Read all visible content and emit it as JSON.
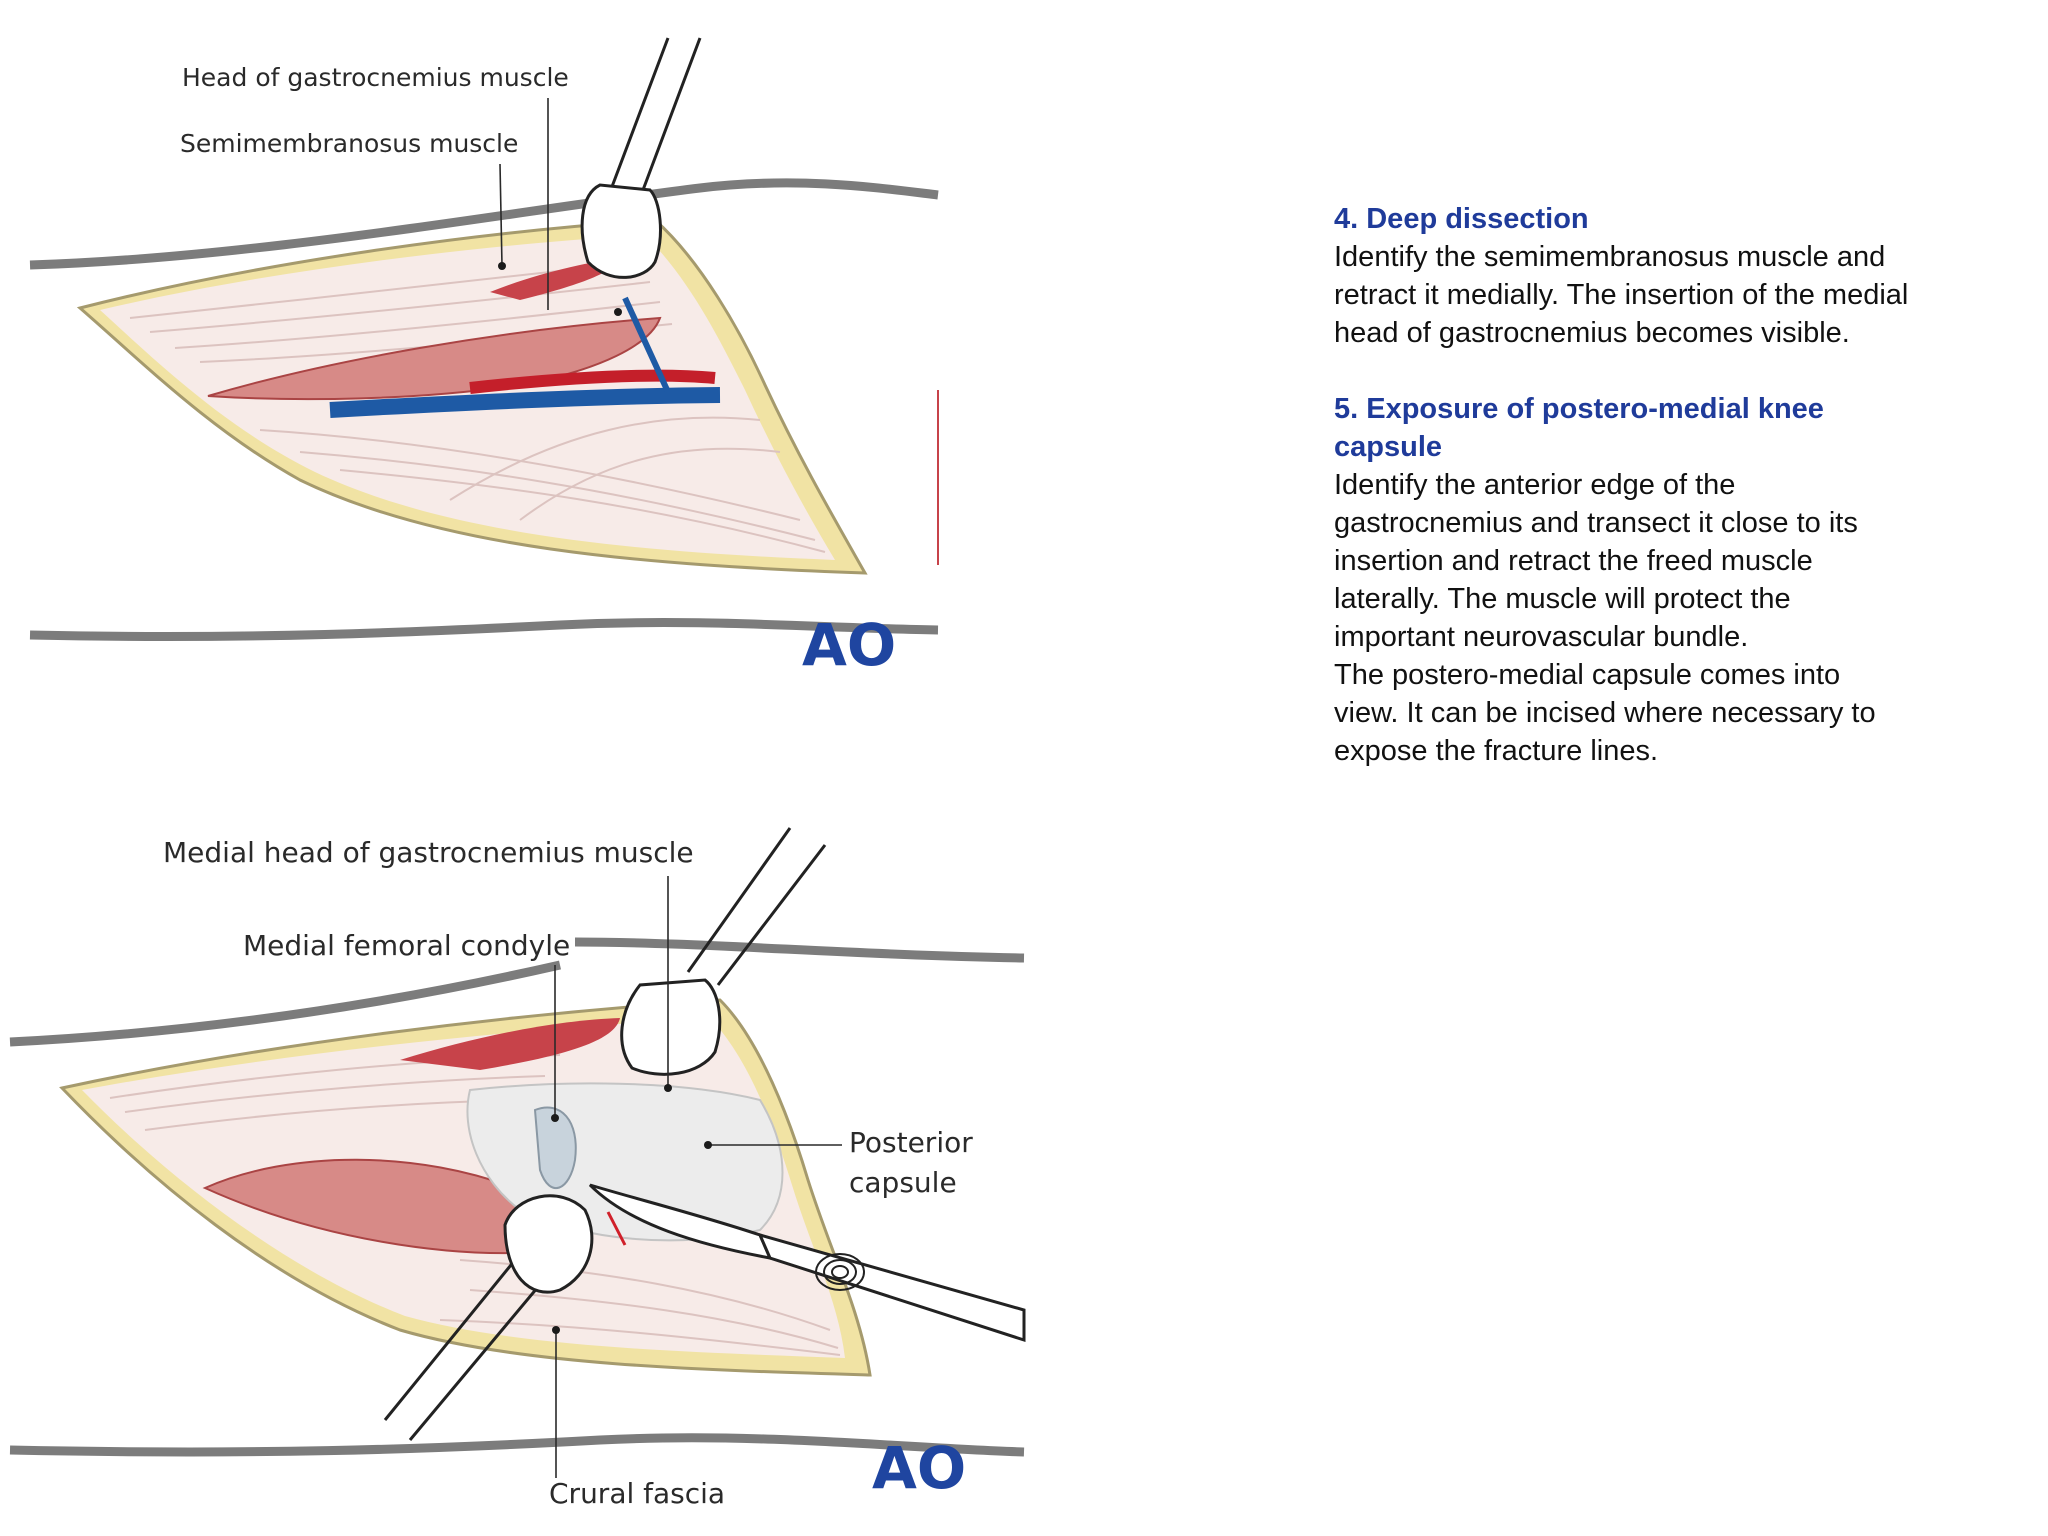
{
  "figures": [
    {
      "labels": {
        "head_gastrocnemius": "Head of gastrocnemius muscle",
        "semimembranosus": "Semimembranosus muscle"
      },
      "logo": "AO"
    },
    {
      "labels": {
        "medial_head_gastrocnemius": "Medial head of gastrocnemius muscle",
        "medial_femoral_condyle": "Medial femoral condyle",
        "posterior_capsule_line1": "Posterior",
        "posterior_capsule_line2": "capsule",
        "crural_fascia": "Crural fascia"
      },
      "logo": "AO"
    }
  ],
  "sections": [
    {
      "title": "4. Deep dissection",
      "body": "Identify the semimembranosus muscle and\nretract it medially. The insertion of the medial\nhead of gastrocnemius becomes visible."
    },
    {
      "title": "5. Exposure of postero-medial knee\ncapsule",
      "body": "Identify the anterior edge of the\ngastrocnemius and transect it close to its\ninsertion and retract the freed muscle\nlaterally. The muscle will protect the\nimportant neurovascular bundle.\nThe postero-medial capsule comes into\nview. It can be incised where necessary to\nexpose the fracture lines."
    }
  ],
  "colors": {
    "title_blue": "#1f3b9a",
    "logo_blue": "#1f45a0",
    "fat_yellow": "#f1e3a4",
    "muscle_pink": "#f5e6e3",
    "muscle_red": "#c7434a",
    "vein_blue": "#1e5aa5",
    "skin_line": "#7c7c7c"
  }
}
